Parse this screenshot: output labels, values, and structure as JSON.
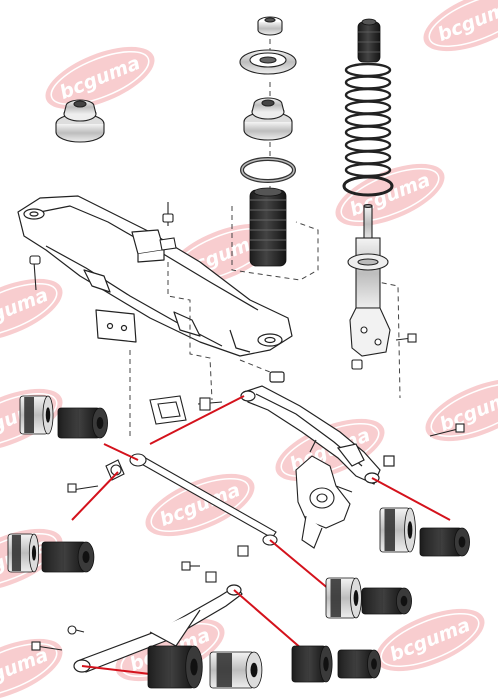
{
  "watermark": {
    "text": "bcguma",
    "brand_color": "#e0202a",
    "fill_color": "#ffffff",
    "opacity": 0.22
  },
  "diagram": {
    "description_source": "exploded suspension parts view",
    "line_color": "#222222",
    "callout_color": "#d4121c",
    "bushing_color": "#2b2b2b",
    "bushing_shade": "#c9c9c9"
  }
}
